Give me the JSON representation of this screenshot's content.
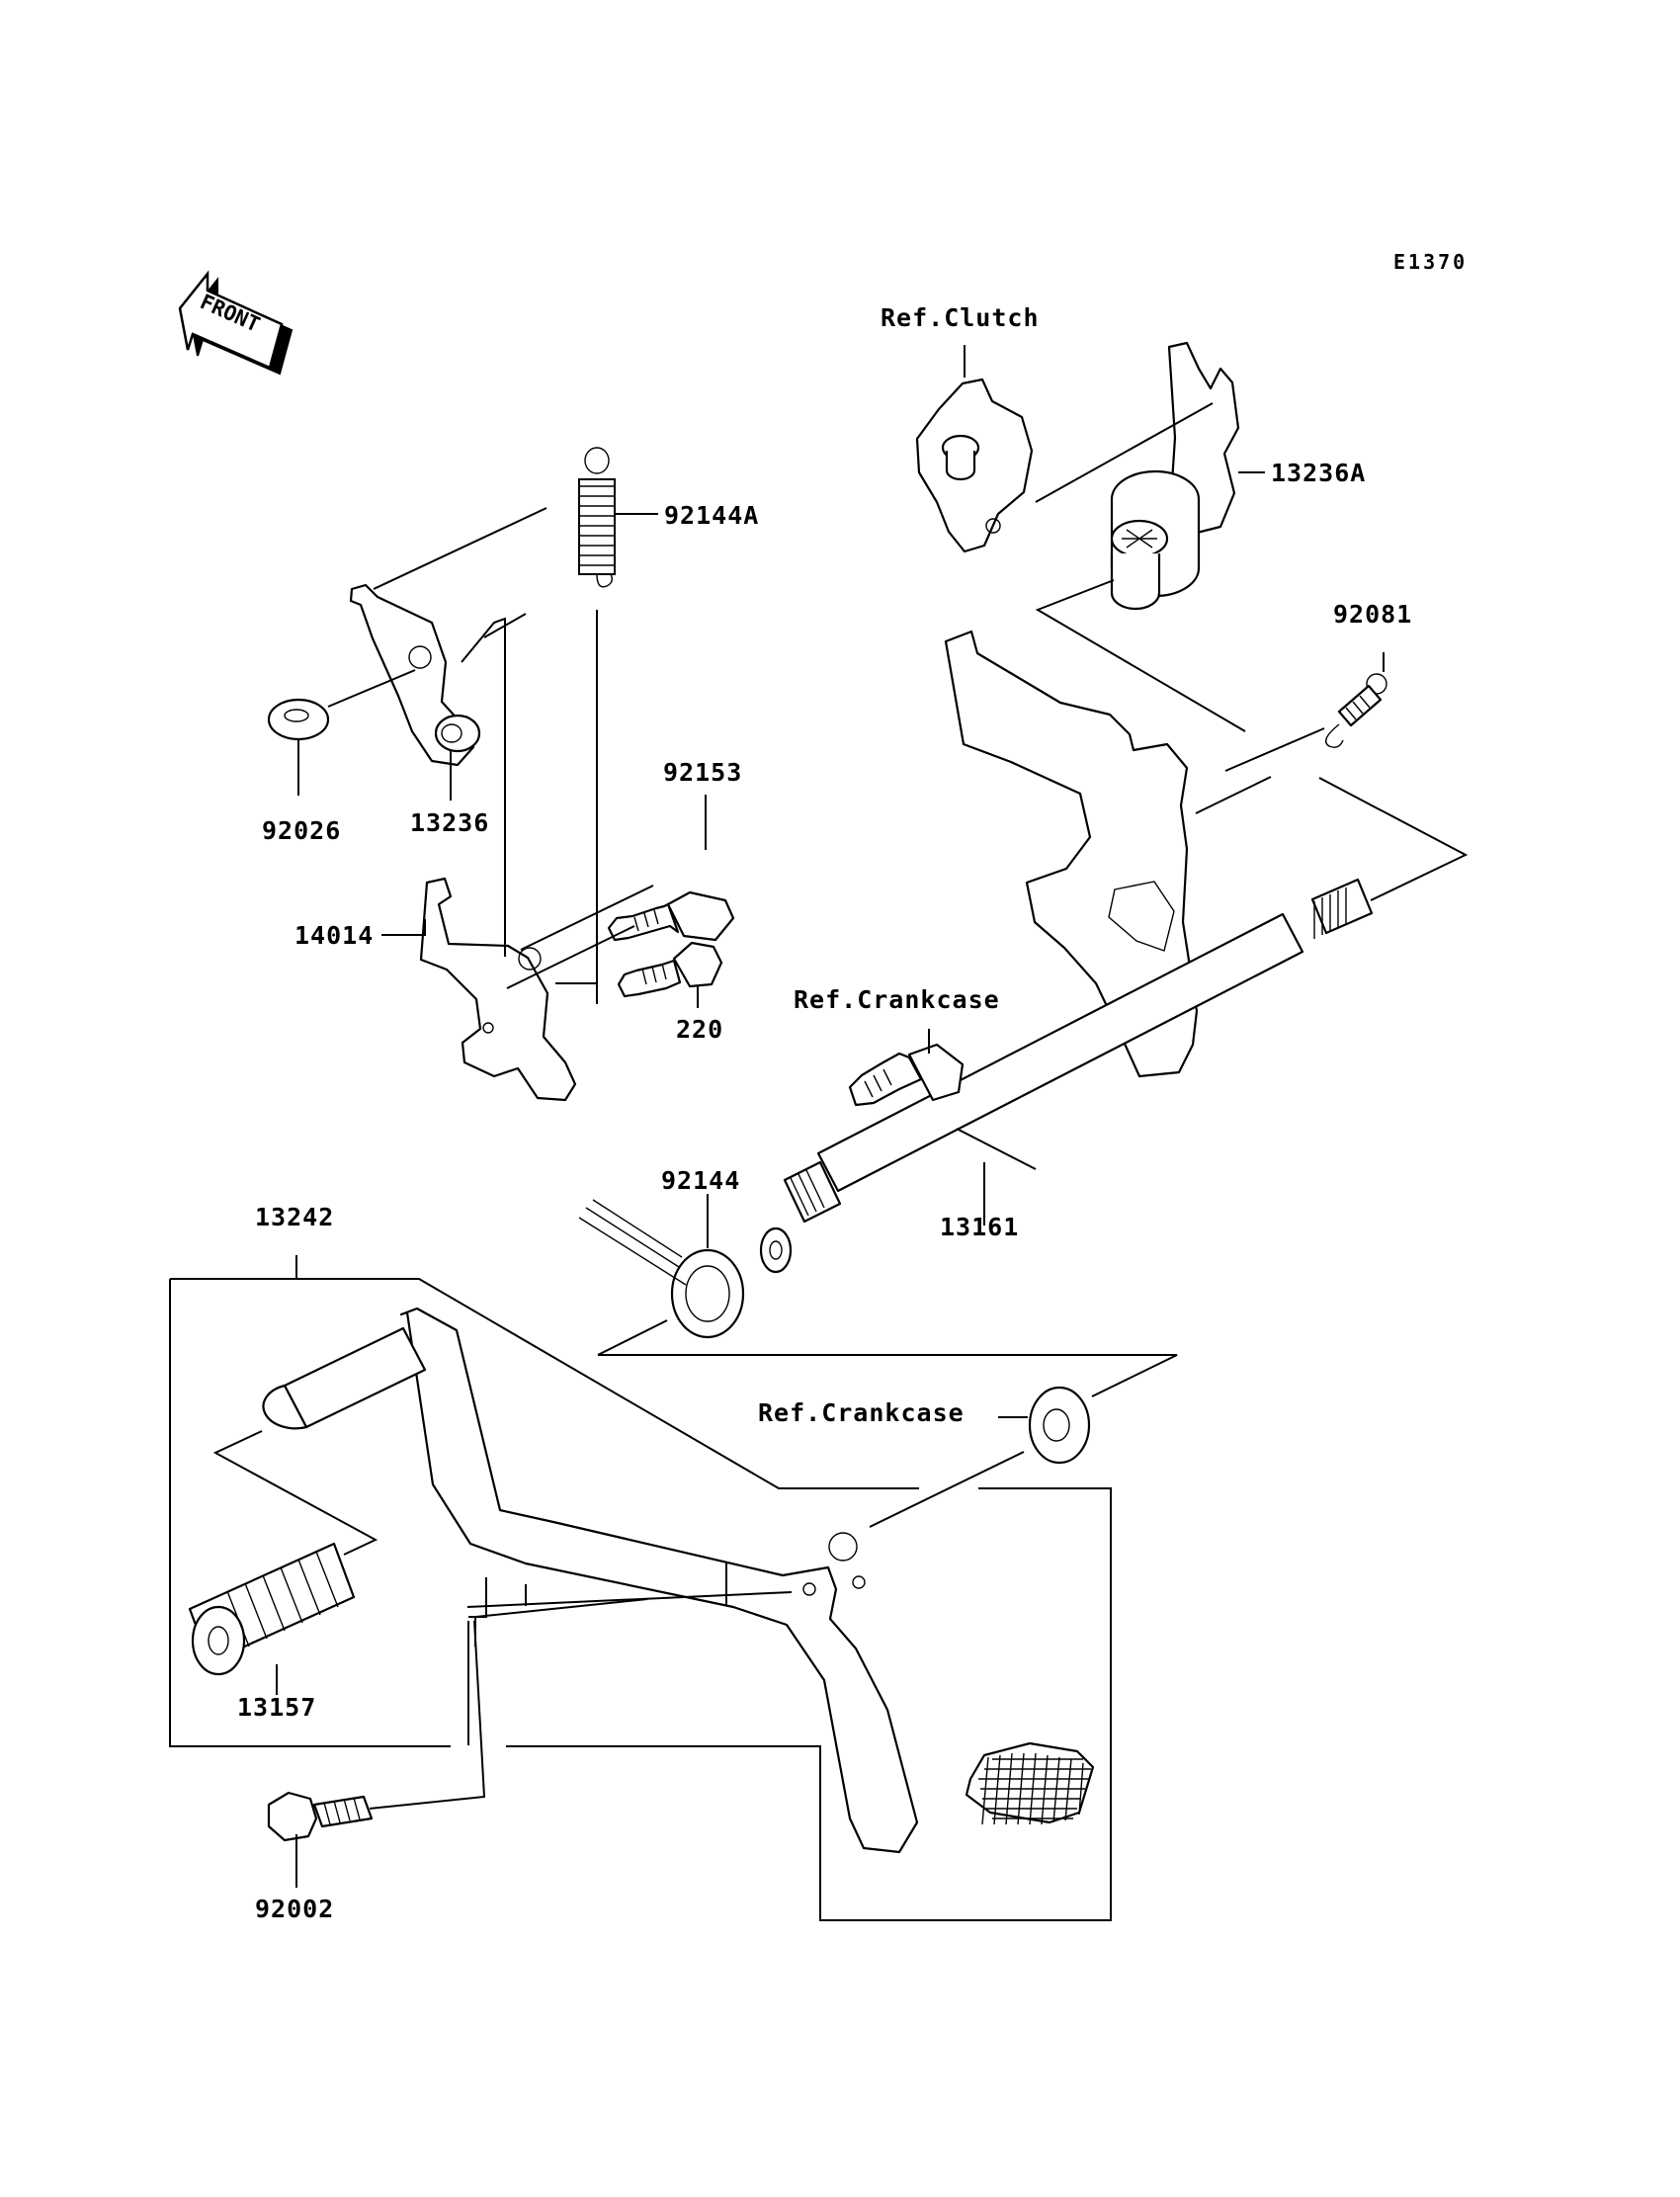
{
  "diagram_code": "E1370",
  "front_label": "FRONT",
  "references": {
    "clutch": "Ref.Clutch",
    "crankcase_upper": "Ref.Crankcase",
    "crankcase_lower": "Ref.Crankcase"
  },
  "parts": [
    {
      "id": "p-92144a",
      "number": "92144A"
    },
    {
      "id": "p-13236a",
      "number": "13236A"
    },
    {
      "id": "p-92081",
      "number": "92081"
    },
    {
      "id": "p-92026",
      "number": "92026"
    },
    {
      "id": "p-13236",
      "number": "13236"
    },
    {
      "id": "p-92153",
      "number": "92153"
    },
    {
      "id": "p-14014",
      "number": "14014"
    },
    {
      "id": "p-220",
      "number": "220"
    },
    {
      "id": "p-92144",
      "number": "92144"
    },
    {
      "id": "p-13161",
      "number": "13161"
    },
    {
      "id": "p-13242",
      "number": "13242"
    },
    {
      "id": "p-13157",
      "number": "13157"
    },
    {
      "id": "p-92002",
      "number": "92002"
    }
  ]
}
